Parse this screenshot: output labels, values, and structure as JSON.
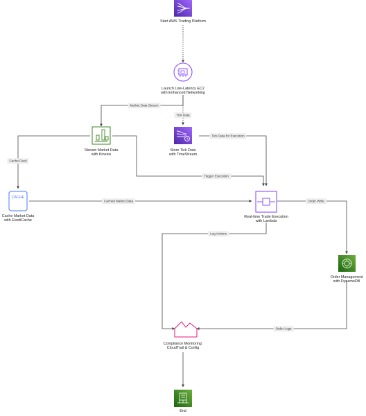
{
  "nodes": {
    "start": {
      "line1": "Start AWS Trading Platform",
      "line2": ""
    },
    "ec2": {
      "line1": "Launch Low-Latency EC2",
      "line2": "with Enhanced Networking"
    },
    "kinesis": {
      "line1": "Stream Market Data",
      "line2": "with Kinesis"
    },
    "timestream": {
      "line1": "Store Tick Data",
      "line2": "with TimeStream"
    },
    "elasticache": {
      "line1": "Cache Market Data",
      "line2": "with ElastiCache"
    },
    "lambda": {
      "line1": "Real-time Trade Execution",
      "line2": "with Lambda"
    },
    "dynamodb": {
      "line1": "Order Management",
      "line2": "with DynamoDB"
    },
    "compliance": {
      "line1": "Compliance Monitoring:",
      "line2": "CloudTrail & Config"
    },
    "end": {
      "line1": "End",
      "line2": ""
    }
  },
  "edges": {
    "market_data_stream": "Market Data Stream",
    "tick_data": "Tick Data",
    "tick_data_execution": "Tick Data for Execution",
    "cache_feed": "Cache Feed",
    "trigger_execution": "Trigger Execution",
    "cached_market_data": "Cached Market Data",
    "order_write": "Order Write",
    "log_actions": "Log Actions",
    "order_logs": "Order Logs"
  },
  "icons": {
    "start": "step-functions-icon",
    "ec2": "ec2-instance-icon",
    "kinesis": "kinesis-icon",
    "timestream": "timestream-icon",
    "elasticache": "elasticache-icon",
    "lambda": "lambda-icon",
    "dynamodb": "dynamodb-icon",
    "compliance": "cloudtrail-icon",
    "end": "end-icon"
  },
  "icon_text": {
    "elasticache": "CACHE"
  },
  "colors": {
    "purple": "#8C4FFF",
    "green": "#3F8624",
    "green_light": "#7AA116",
    "blue": "#3334B9",
    "cache_blue": "#4A7BF7",
    "pink": "#E7157B",
    "line": "#444444"
  }
}
